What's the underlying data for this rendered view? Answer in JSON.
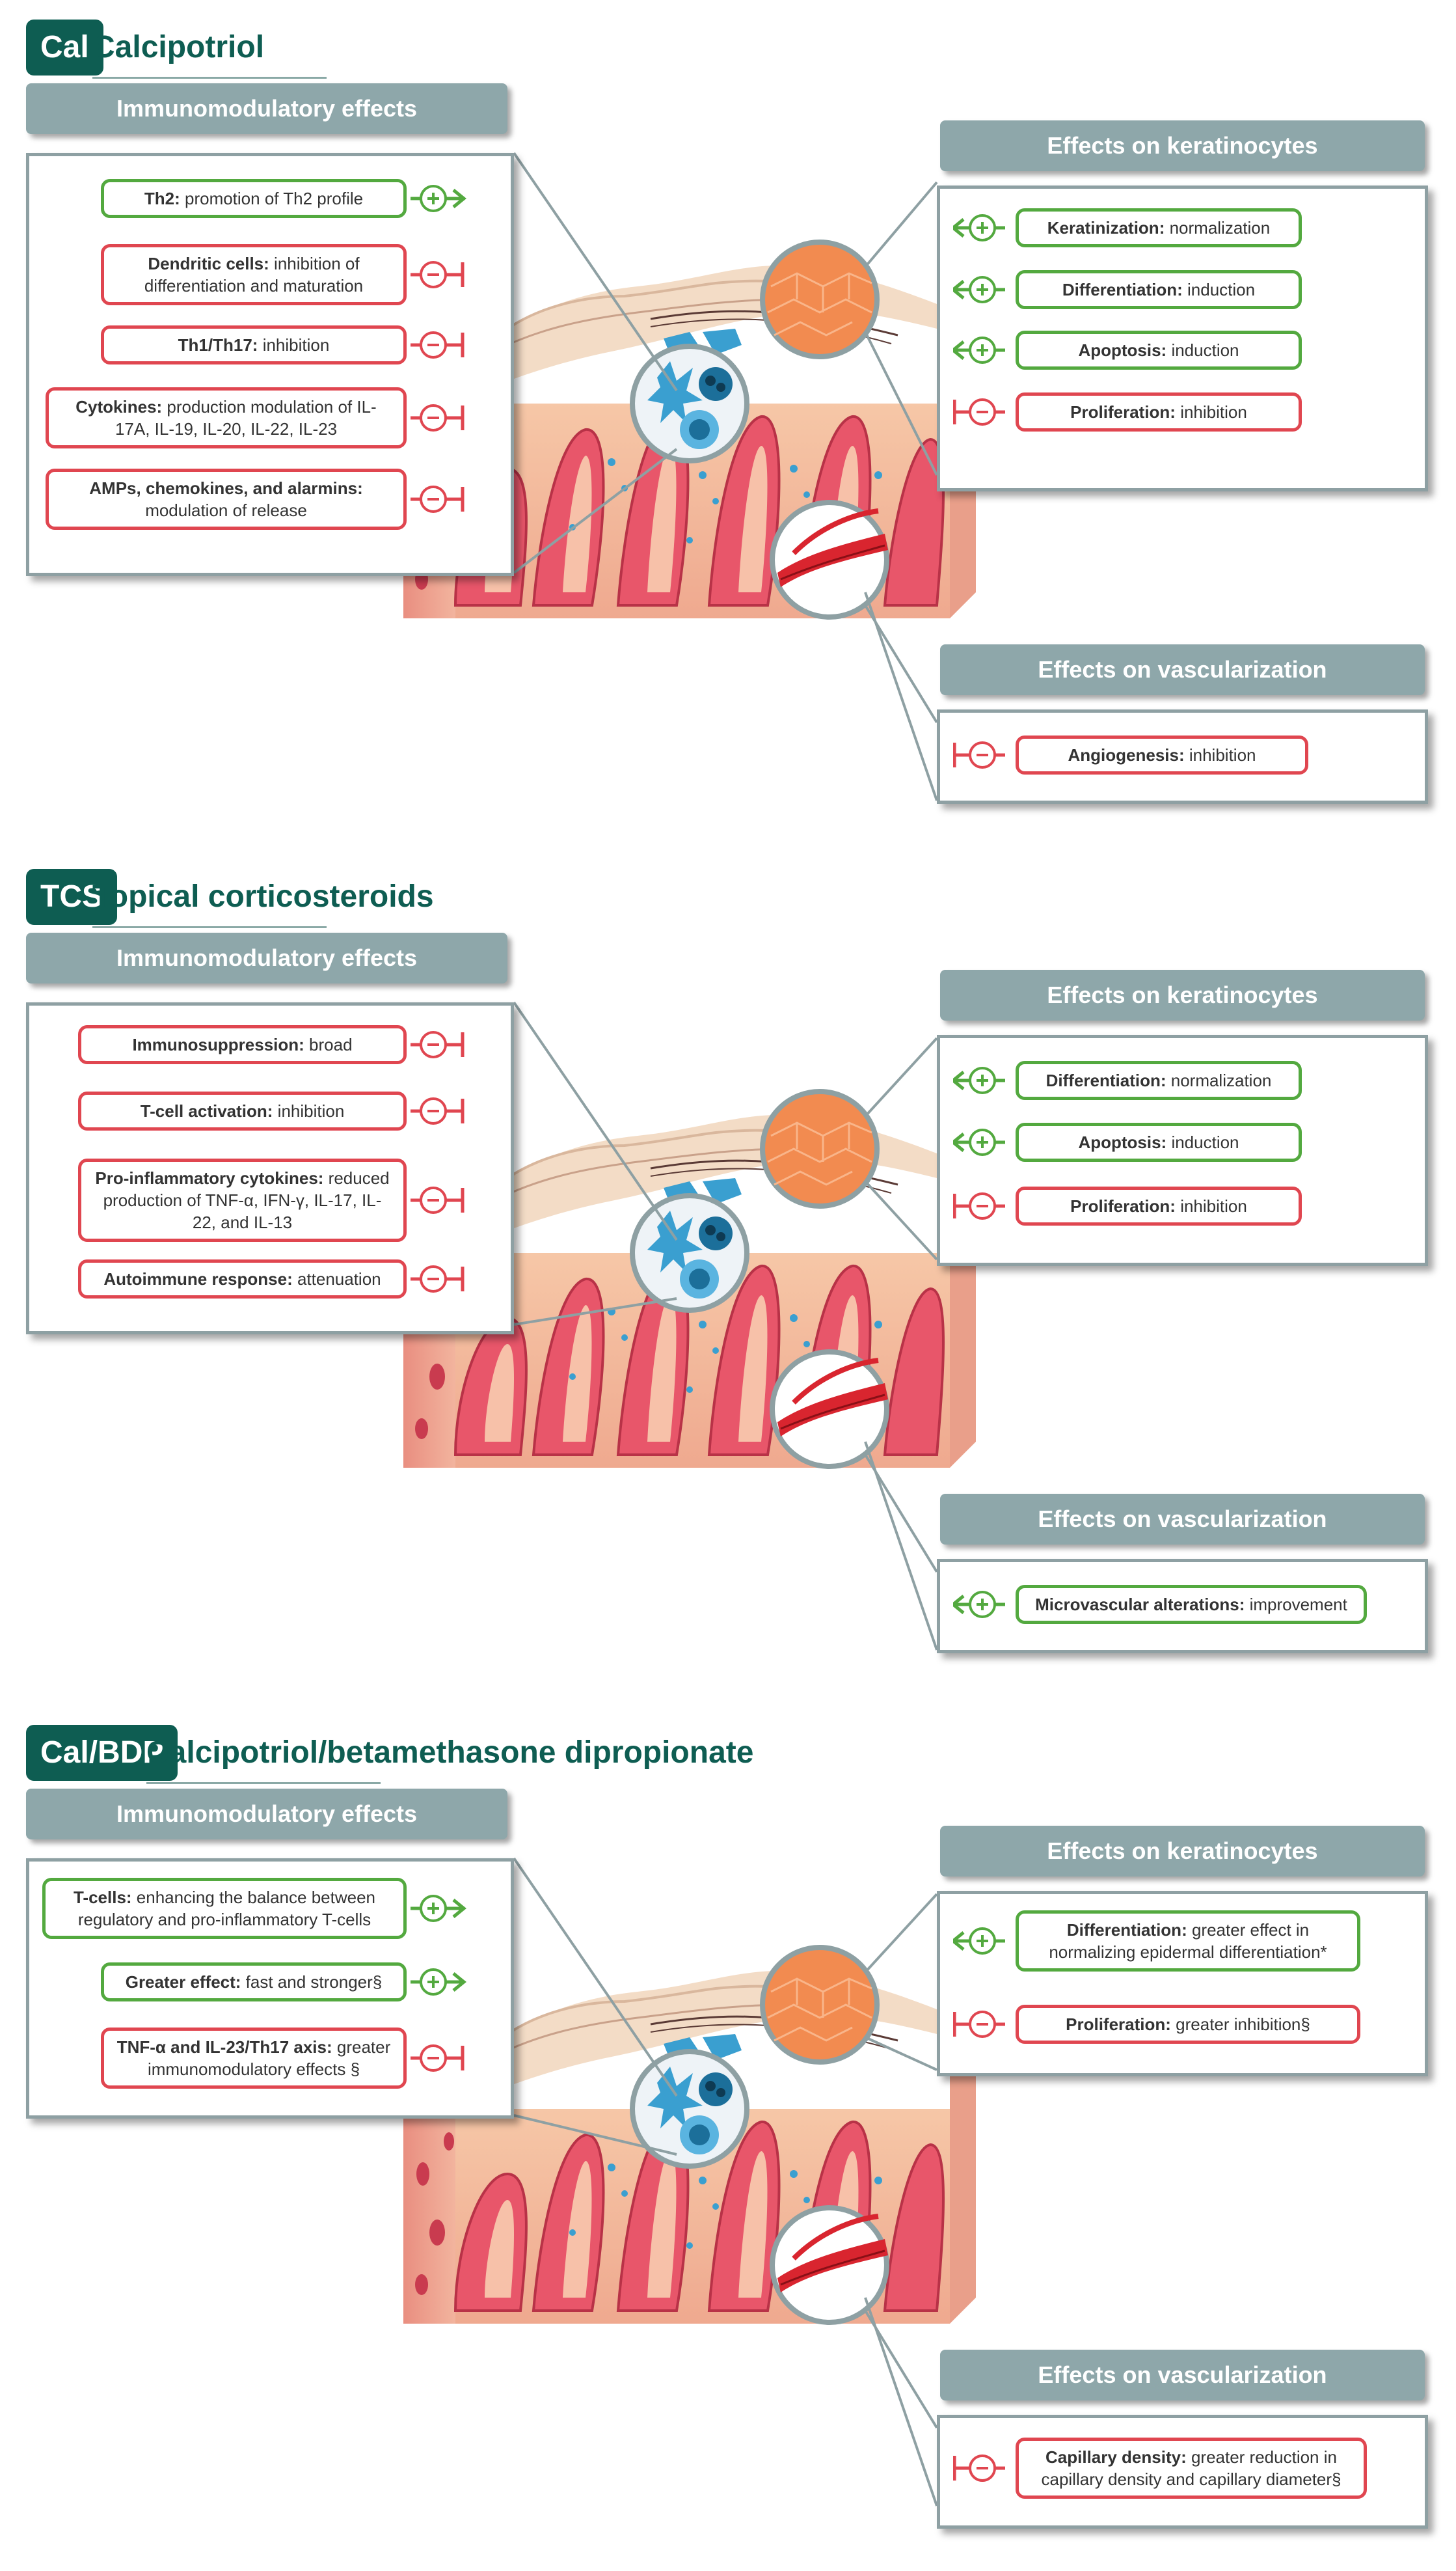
{
  "colors": {
    "brand": "#0e5d52",
    "header_bg": "#8ea7aa",
    "positive": "#53a93f",
    "negative": "#e04650"
  },
  "sections": [
    {
      "tag": "Cal",
      "title": "Calcipotriol",
      "immuno": {
        "header": "Immunomodulatory effects",
        "items": [
          {
            "bold": "Th2:",
            "text": " promotion of Th2 profile",
            "sign": "positive"
          },
          {
            "bold": "Dendritic cells:",
            "text": " inhibition of differentiation and maturation",
            "sign": "negative"
          },
          {
            "bold": "Th1/Th17:",
            "text": " inhibition",
            "sign": "negative"
          },
          {
            "bold": "Cytokines:",
            "text": " production modulation of IL-17A, IL-19, IL-20, IL-22, IL-23",
            "sign": "negative"
          },
          {
            "bold": "AMPs, chemokines, and alarmins:",
            "text": " modulation of release",
            "sign": "negative"
          }
        ]
      },
      "keratinocytes": {
        "header": "Effects on keratinocytes",
        "items": [
          {
            "bold": "Keratinization:",
            "text": " normalization",
            "sign": "positive"
          },
          {
            "bold": "Differentiation:",
            "text": " induction",
            "sign": "positive"
          },
          {
            "bold": "Apoptosis:",
            "text": " induction",
            "sign": "positive"
          },
          {
            "bold": "Proliferation:",
            "text": " inhibition",
            "sign": "negative"
          }
        ]
      },
      "vascular": {
        "header": "Effects on vascularization",
        "items": [
          {
            "bold": "Angiogenesis:",
            "text": " inhibition",
            "sign": "negative"
          }
        ]
      }
    },
    {
      "tag": "TCS",
      "title": "Topical corticosteroids",
      "immuno": {
        "header": "Immunomodulatory effects",
        "items": [
          {
            "bold": "Immunosuppression:",
            "text": " broad",
            "sign": "negative"
          },
          {
            "bold": "T-cell activation:",
            "text": " inhibition",
            "sign": "negative"
          },
          {
            "bold": "Pro-inflammatory cytokines:",
            "text": " reduced production of TNF-α, IFN-γ, IL-17, IL-22, and IL-13",
            "sign": "negative"
          },
          {
            "bold": "Autoimmune response:",
            "text": " attenuation",
            "sign": "negative"
          }
        ]
      },
      "keratinocytes": {
        "header": "Effects on keratinocytes",
        "items": [
          {
            "bold": "Differentiation:",
            "text": " normalization",
            "sign": "positive"
          },
          {
            "bold": "Apoptosis:",
            "text": " induction",
            "sign": "positive"
          },
          {
            "bold": "Proliferation:",
            "text": " inhibition",
            "sign": "negative"
          }
        ]
      },
      "vascular": {
        "header": "Effects on vascularization",
        "items": [
          {
            "bold": "Microvascular alterations:",
            "text": " improvement",
            "sign": "positive"
          }
        ]
      }
    },
    {
      "tag": "Cal/BDP",
      "title": "Calcipotriol/betamethasone dipropionate",
      "immuno": {
        "header": "Immunomodulatory effects",
        "items": [
          {
            "bold": "T-cells:",
            "text": " enhancing the balance between regulatory and pro-inflammatory T-cells",
            "sign": "positive"
          },
          {
            "bold": "Greater effect:",
            "text": " fast and stronger§",
            "sign": "positive"
          },
          {
            "bold": "TNF-α and IL-23/Th17 axis:",
            "text": " greater immunomodulatory effects §",
            "sign": "negative"
          }
        ]
      },
      "keratinocytes": {
        "header": "Effects on keratinocytes",
        "items": [
          {
            "bold": "Differentiation:",
            "text": " greater effect in normalizing epidermal differentiation*",
            "sign": "positive"
          },
          {
            "bold": "Proliferation:",
            "text": " greater inhibition§",
            "sign": "negative"
          }
        ]
      },
      "vascular": {
        "header": "Effects on vascularization",
        "items": [
          {
            "bold": "Capillary density:",
            "text": " greater reduction in capillary density and capillary diameter§",
            "sign": "negative"
          }
        ]
      }
    }
  ]
}
